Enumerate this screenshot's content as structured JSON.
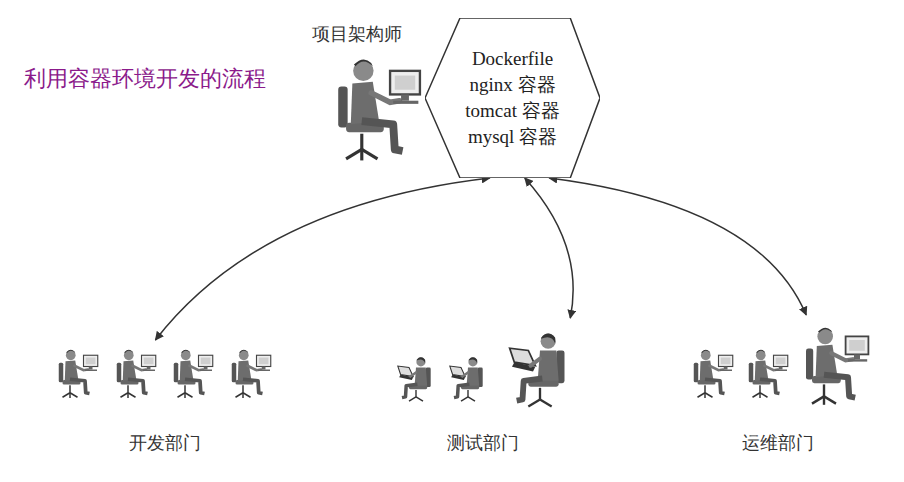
{
  "diagram": {
    "title": "利用容器环境开发的流程",
    "nodes": [
      {
        "text": [
          "Dockerfile",
          "nginx 容器",
          "tomcat 容器",
          "mysql 容器"
        ]
      },
      {
        "text": [
          "开发部门"
        ]
      },
      {
        "text": [
          "测试部门"
        ]
      },
      {
        "text": [
          "运维部门"
        ]
      }
    ],
    "edges": [
      {
        "from": 0,
        "to": 1,
        "arrow": "both"
      },
      {
        "from": 0,
        "to": 2,
        "arrow": "both"
      },
      {
        "from": 0,
        "to": 3,
        "arrow": "both"
      }
    ],
    "labels": [
      "项目架构师"
    ]
  }
}
